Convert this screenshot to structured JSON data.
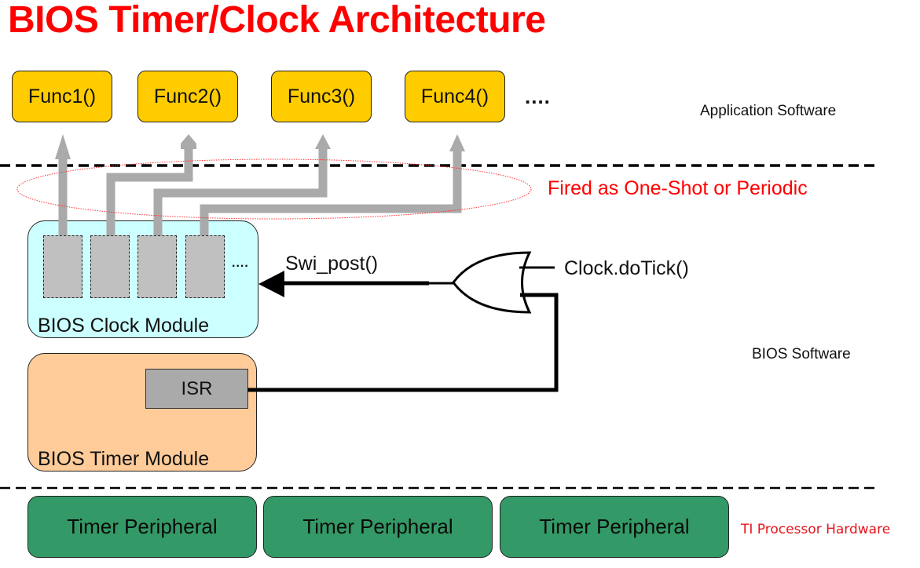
{
  "title": "BIOS Timer/Clock Architecture",
  "layers": {
    "application": "Application Software",
    "bios": "BIOS Software",
    "hardware": "TI Processor Hardware"
  },
  "functions": [
    {
      "label": "Func1()"
    },
    {
      "label": "Func2()"
    },
    {
      "label": "Func3()"
    },
    {
      "label": "Func4()"
    }
  ],
  "functions_more": "....",
  "fired_note": "Fired as One-Shot or Periodic",
  "clock_module": {
    "label": "BIOS Clock Module",
    "slot_count": 4,
    "more": "...."
  },
  "timer_module": {
    "label": "BIOS Timer Module",
    "isr_label": "ISR"
  },
  "signals": {
    "swi_post": "Swi_post()",
    "do_tick": "Clock.doTick()"
  },
  "peripherals": [
    {
      "label": "Timer Peripheral"
    },
    {
      "label": "Timer Peripheral"
    },
    {
      "label": "Timer Peripheral"
    }
  ],
  "colors": {
    "title": "#ff0000",
    "function_box": "#ffcc00",
    "clock_module": "#ccffff",
    "timer_module": "#ffcc99",
    "isr_box": "#aaaaaa",
    "peripheral": "#339966",
    "connector": "#aaaaaa",
    "hardware_label": "#e8141c"
  }
}
